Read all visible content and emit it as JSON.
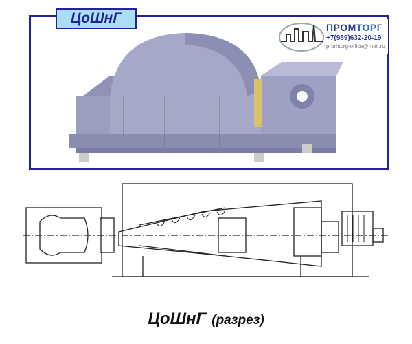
{
  "header": {
    "label": "ЦоШнГ"
  },
  "logo": {
    "brand_part1": "ПРОМ",
    "brand_part2": "ТОРГ",
    "phone": "+7(989)632-20-19",
    "email": "promtorg-office@mail.ru"
  },
  "caption": {
    "title": "ЦоШнГ",
    "subtitle": "(разрез)"
  },
  "colors": {
    "frame": "#22229a",
    "label_bg": "#a9def5",
    "machine": "#a6a8c8"
  }
}
